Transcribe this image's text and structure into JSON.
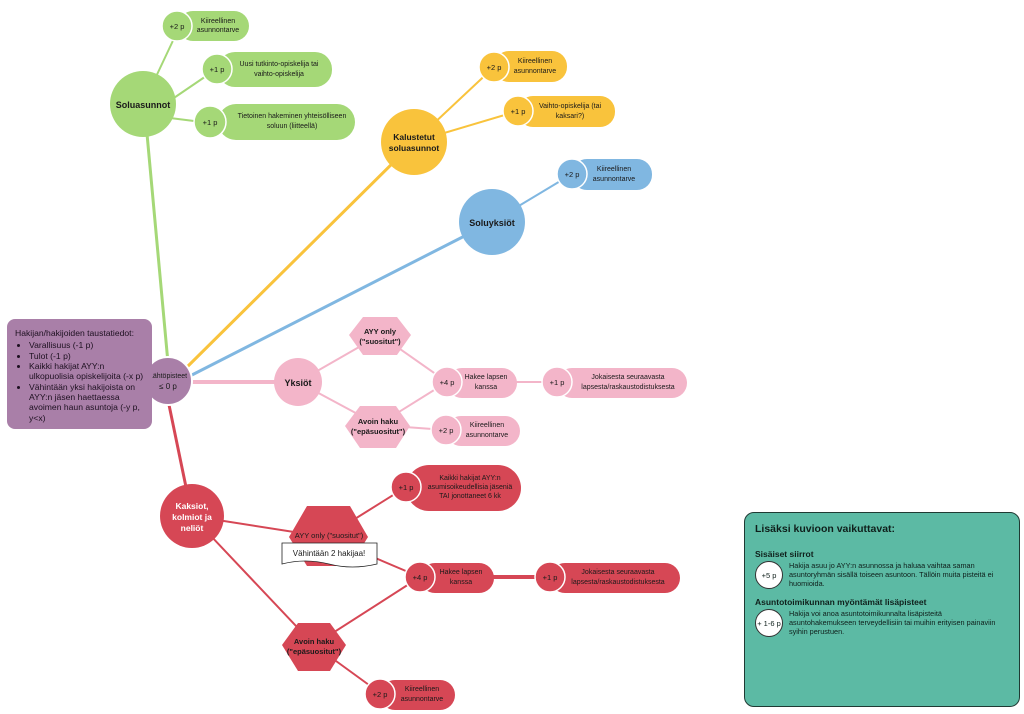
{
  "background_box": {
    "title": "Hakijan/hakijoiden taustatiedot:",
    "items": [
      "Varallisuus (-1 p)",
      "Tulot (-1 p)",
      "Kaikki hakijat AYY:n ulkopuolisia opiskelijoita (-x p)",
      "Vähintään yksi hakijoista on AYY:n jäsen haettaessa avoimen haun asuntoja (-y p, y<x)"
    ]
  },
  "start": {
    "line1": "Lähtöpisteet",
    "line2": "≤ 0 p"
  },
  "branches": {
    "soluasunnot": {
      "title": "Soluasunnot",
      "points_1": "+2 p",
      "label_1a": "Kiireellinen",
      "label_1b": "asunnontarve",
      "points_2": "+1 p",
      "label_2a": "Uusi tutkinto-opiskelija tai",
      "label_2b": "vaihto-opiskelija",
      "points_3": "+1 p",
      "label_3a": "Tietoinen hakeminen yhteisölliseen",
      "label_3b": "soluun (liitteellä)"
    },
    "kalustetut": {
      "title_a": "Kalustetut",
      "title_b": "soluasunnot",
      "points_1": "+2 p",
      "label_1a": "Kiireellinen",
      "label_1b": "asunnontarve",
      "points_2": "+1 p",
      "label_2a": "Vaihto-opiskelija (tai",
      "label_2b": "kaksari?)"
    },
    "soluyksiot": {
      "title": "Soluyksiöt",
      "points_1": "+2 p",
      "label_1a": "Kiireellinen",
      "label_1b": "asunnontarve"
    },
    "yksiot": {
      "title": "Yksiöt",
      "ayy_a": "AYY only",
      "ayy_b": "(\"suositut\")",
      "open_a": "Avoin haku",
      "open_b": "(\"epäsuositut\")",
      "points_child": "+4 p",
      "child_a": "Hakee lapsen",
      "child_b": "kanssa",
      "points_next": "+1 p",
      "next_a": "Jokaisesta seuraavasta",
      "next_b": "lapsesta/raskaustodistuksesta",
      "points_urgent": "+2 p",
      "urgent_a": "Kiireellinen",
      "urgent_b": "asunnontarve"
    },
    "kaksiot": {
      "title_a": "Kaksiot,",
      "title_b": "kolmiot ja",
      "title_c": "neliöt",
      "ayy": "AYY only (\"suositut\")",
      "min_note": "Vähintään 2 hakijaa!",
      "open_a": "Avoin haku",
      "open_b": "(\"epäsuositut\")",
      "points_members": "+1 p",
      "members_a": "Kaikki hakijat AYY:n",
      "members_b": "asumisoikeudellisia jäseniä",
      "members_c": "TAI jonottaneet 6 kk",
      "points_child": "+4 p",
      "child_a": "Hakee lapsen",
      "child_b": "kanssa",
      "points_next": "+1 p",
      "next_a": "Jokaisesta seuraavasta",
      "next_b": "lapsesta/raskaustodistuksesta",
      "points_urgent": "+2 p",
      "urgent_a": "Kiireellinen",
      "urgent_b": "asunnontarve"
    }
  },
  "legend": {
    "title": "Lisäksi kuvioon vaikuttavat:",
    "sec1_title": "Sisäiset siirrot",
    "sec1_badge": "+5 p",
    "sec1_text": "Hakija asuu jo AYY:n asunnossa ja haluaa vaihtaa saman asuntoryhmän sisällä toiseen asuntoon. Tällöin muita pisteitä ei huomioida.",
    "sec2_title": "Asuntotoimikunnan myöntämät lisäpisteet",
    "sec2_badge": "+ 1-6 p",
    "sec2_text": "Hakija voi anoa asuntotoimikunnalta lisäpisteitä asuntohakemukseen terveydellisiin tai muihin erityisen painaviin syihin perustuen."
  },
  "colors": {
    "green": "#a5d877",
    "yellow": "#f9c33c",
    "blue": "#80b7e1",
    "pink": "#f3b5c9",
    "red": "#d64755",
    "purple": "#a97fa8",
    "teal": "#5cbaa4"
  }
}
